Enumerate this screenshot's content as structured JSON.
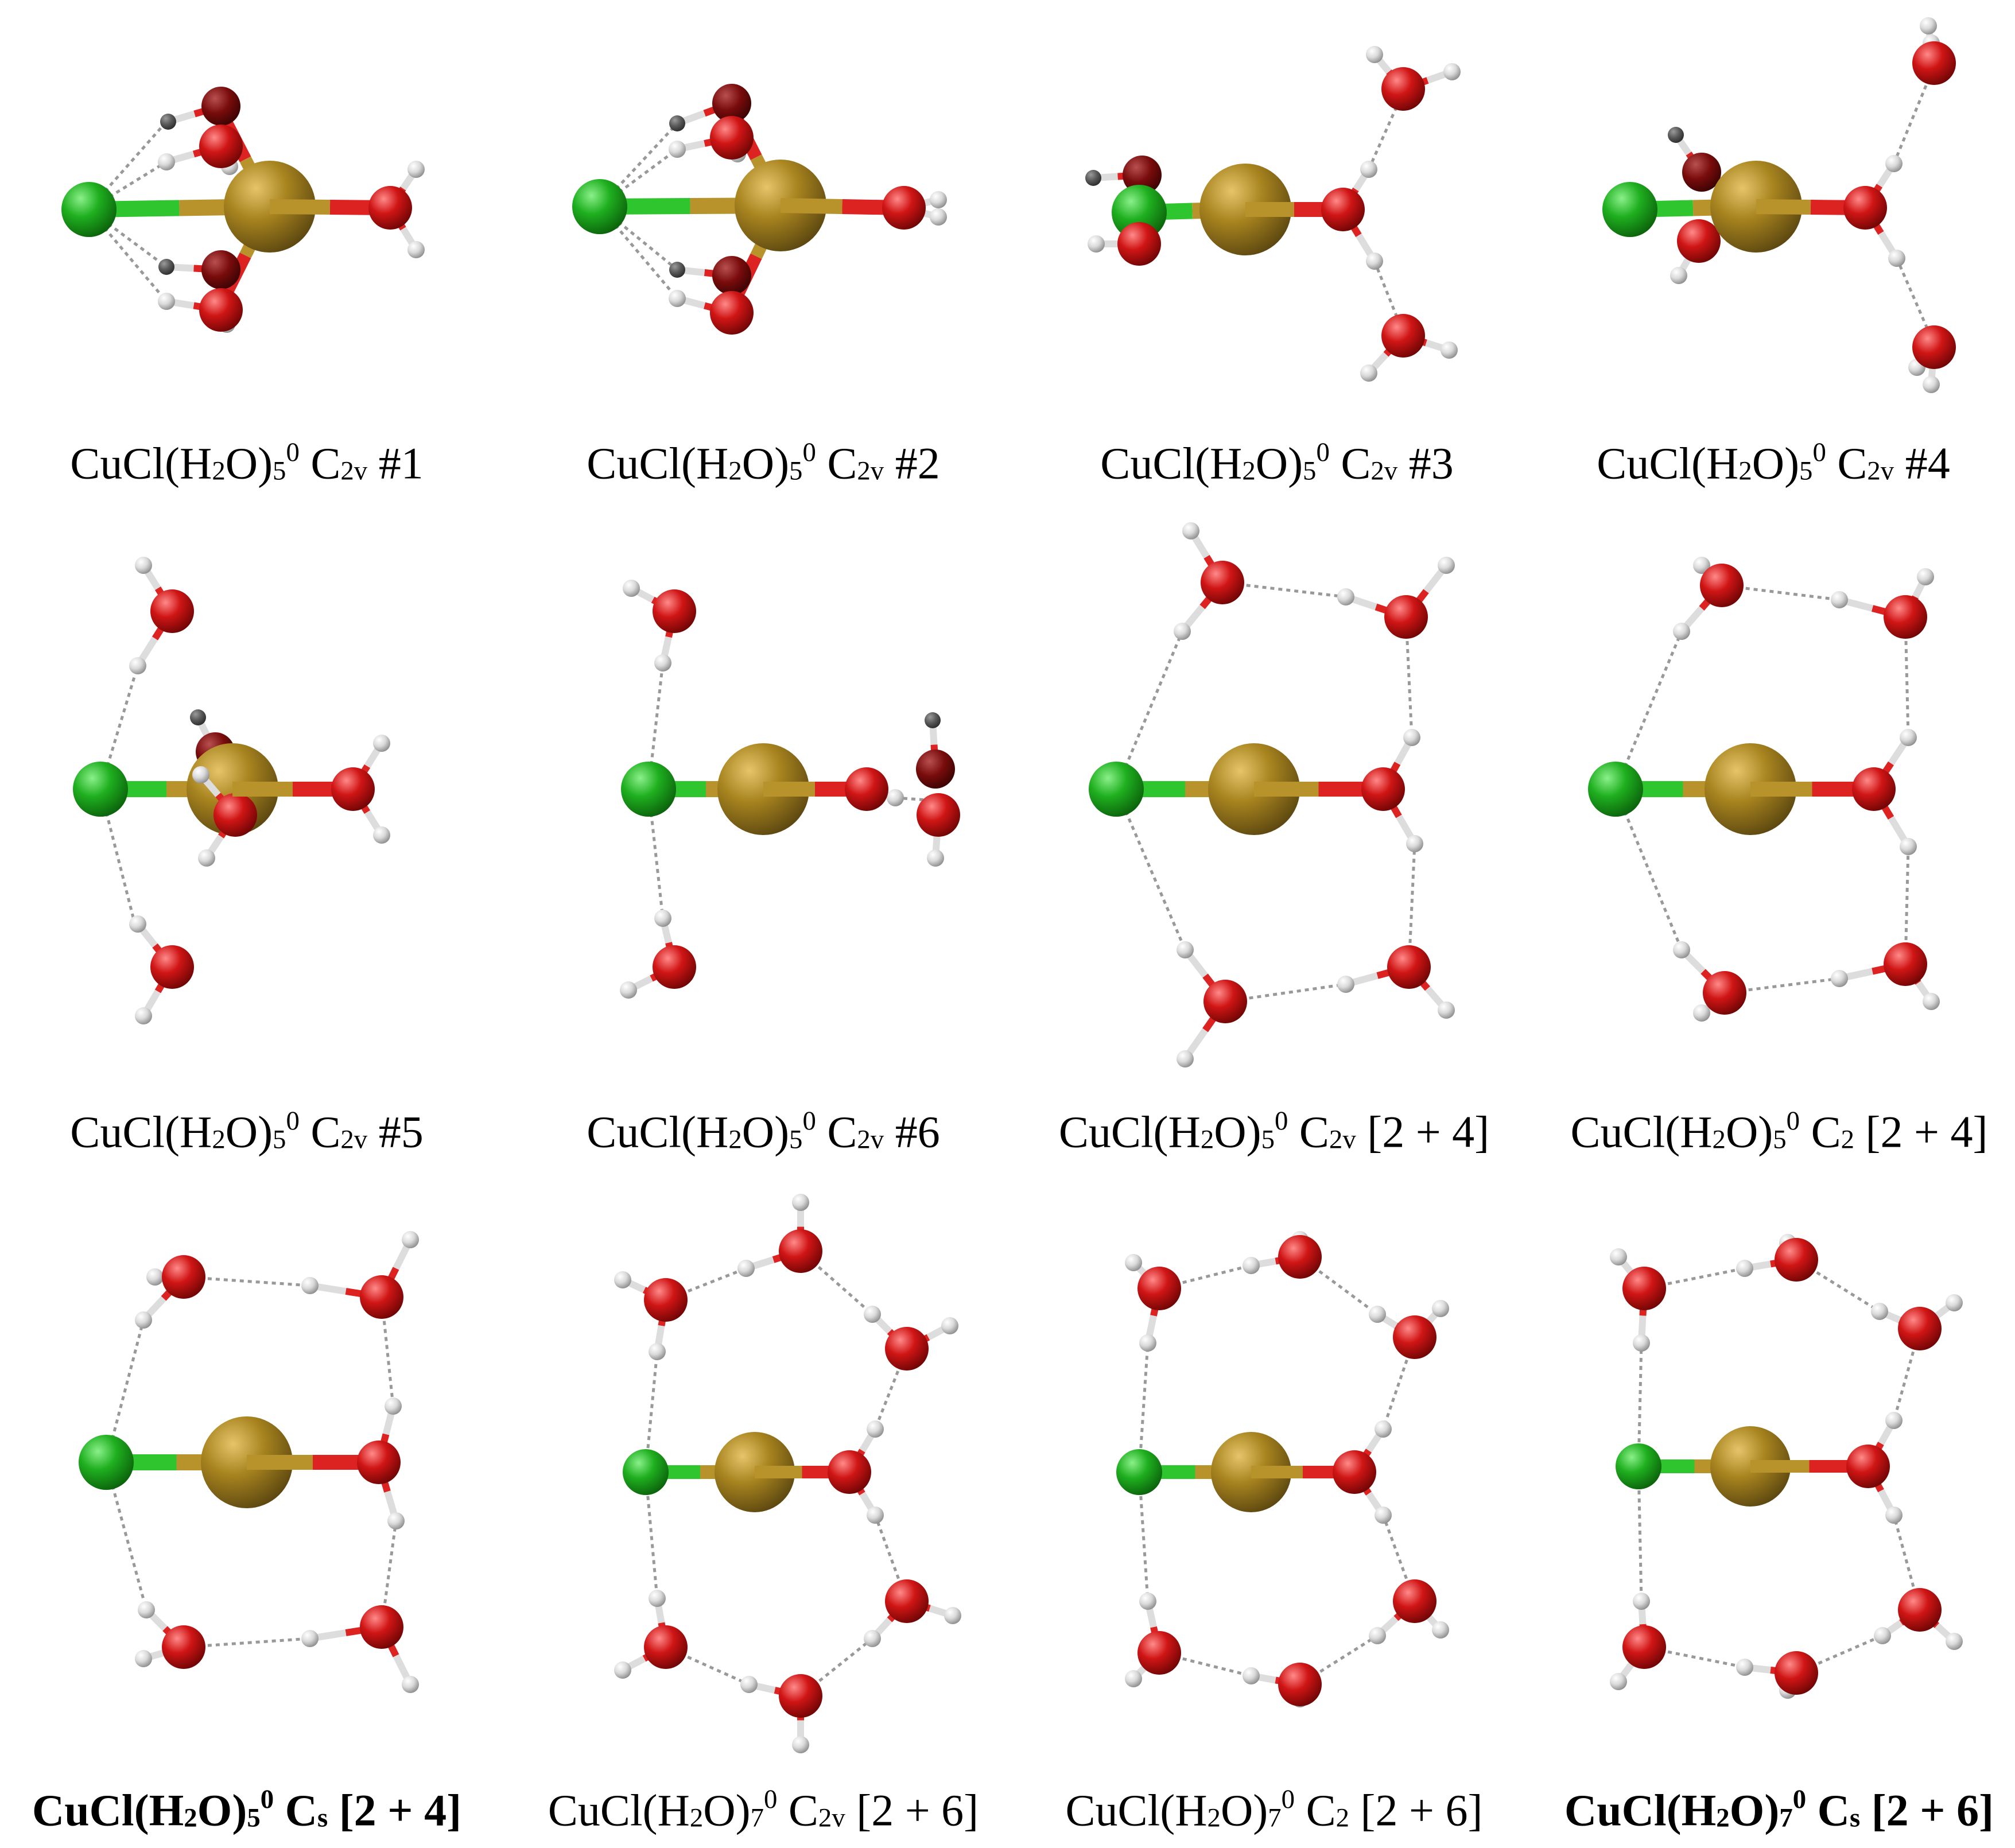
{
  "panels": [
    {
      "id": "p1",
      "text": "CuCl(H2O)50 C2v #1"
    },
    {
      "id": "p2",
      "text": "CuCl(H2O)50 C2v #2"
    },
    {
      "id": "p3",
      "text": "CuCl(H2O)50 C2v #3"
    },
    {
      "id": "p4",
      "text": "CuCl(H2O)50 C2v #4"
    },
    {
      "id": "p5",
      "text": "CuCl(H2O)50 C2v #5"
    },
    {
      "id": "p6",
      "text": "CuCl(H2O)50 C2v #6"
    },
    {
      "id": "p7",
      "text": "CuCl(H2O)50 C2v [2 + 4]"
    },
    {
      "id": "p8",
      "text": "CuCl(H2O)50 C2 [2 + 4]"
    },
    {
      "id": "p9",
      "text": "CuCl(H2O)50 Cs [2 + 4]"
    },
    {
      "id": "p10",
      "text": "CuCl(H2O)70 C2v [2 + 6]"
    },
    {
      "id": "p11",
      "text": "CuCl(H2O)70 C2 [2 + 6]"
    },
    {
      "id": "p12",
      "text": "CuCl(H2O)70 Cs [2 + 6]"
    }
  ],
  "colors": {
    "cu": "#9a7a1c",
    "cl": "#22aa22",
    "o": "#cc1111",
    "h": "#e6e6e6",
    "bond_cu": "#b8922a",
    "bond_cl": "#2fc52f",
    "bond_o": "#dd2222",
    "hbond": "#999999"
  }
}
